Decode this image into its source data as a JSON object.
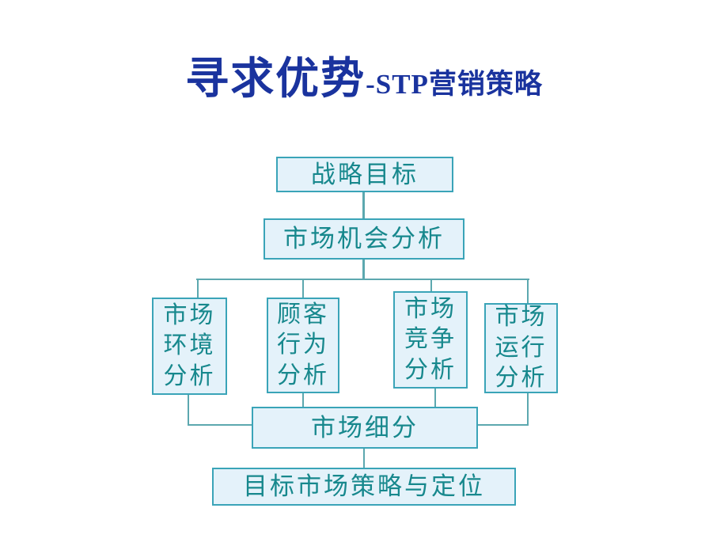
{
  "title": {
    "main": "寻求优势",
    "suffix": "-STP营销策略"
  },
  "colors": {
    "background": "#FFFFFF",
    "title_text": "#1A339E",
    "node_fill": "#E4F2FA",
    "node_border": "#3AA4B8",
    "node_text": "#17888D",
    "connector": "#5CA8AF"
  },
  "diagram": {
    "type": "flowchart",
    "nodes": [
      {
        "id": "strategic-goal",
        "label": "战略目标"
      },
      {
        "id": "market-opportunity-analysis",
        "label": "市场机会分析"
      },
      {
        "id": "market-environment-analysis",
        "label": "市场\n环境\n分析"
      },
      {
        "id": "customer-behavior-analysis",
        "label": "顾客\n行为\n分析"
      },
      {
        "id": "market-competition-analysis",
        "label": "市场\n竞争\n分析"
      },
      {
        "id": "market-operation-analysis",
        "label": "市场\n运行\n分析"
      },
      {
        "id": "market-segmentation",
        "label": "市场细分"
      },
      {
        "id": "target-market-strategy-positioning",
        "label": "目标市场策略与定位"
      }
    ],
    "edges": [
      {
        "from": "strategic-goal",
        "to": "market-opportunity-analysis"
      },
      {
        "from": "market-opportunity-analysis",
        "to": "market-environment-analysis"
      },
      {
        "from": "market-opportunity-analysis",
        "to": "customer-behavior-analysis"
      },
      {
        "from": "market-opportunity-analysis",
        "to": "market-competition-analysis"
      },
      {
        "from": "market-opportunity-analysis",
        "to": "market-operation-analysis"
      },
      {
        "from": "market-environment-analysis",
        "to": "market-segmentation"
      },
      {
        "from": "customer-behavior-analysis",
        "to": "market-segmentation"
      },
      {
        "from": "market-competition-analysis",
        "to": "market-segmentation"
      },
      {
        "from": "market-operation-analysis",
        "to": "market-segmentation"
      },
      {
        "from": "market-segmentation",
        "to": "target-market-strategy-positioning"
      }
    ]
  }
}
